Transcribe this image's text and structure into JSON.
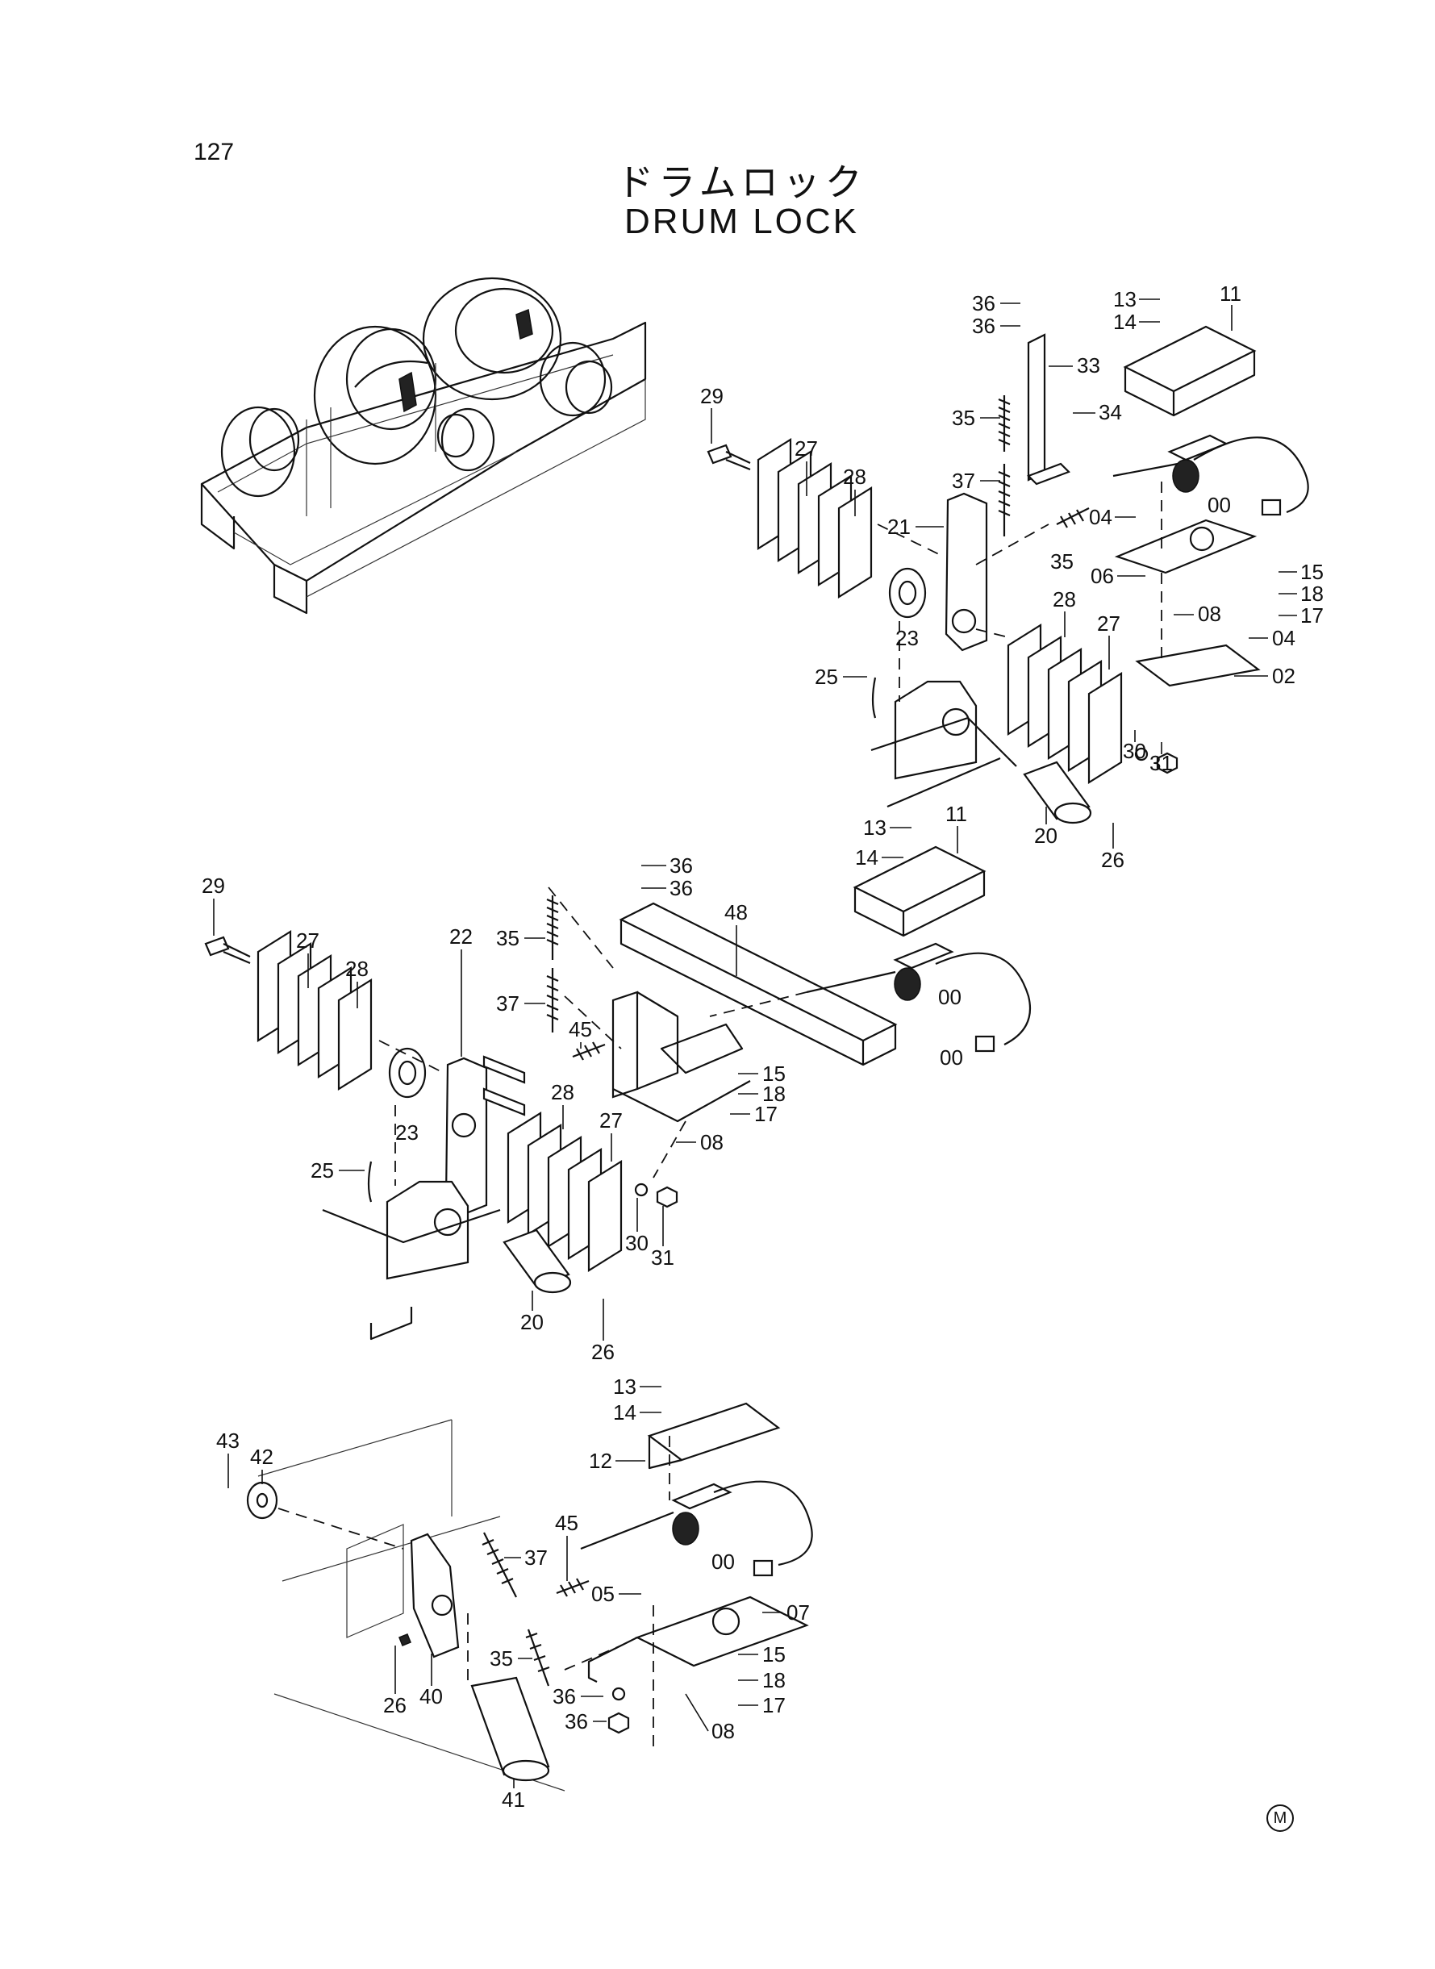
{
  "page_number": "127",
  "title_jp": "ドラムロック",
  "title_en": "DRUM LOCK",
  "footer_mark": "M",
  "callouts": {
    "s1": [
      "36",
      "36",
      "13",
      "14",
      "11",
      "33",
      "29",
      "35",
      "34",
      "27",
      "28",
      "37",
      "00",
      "04",
      "21",
      "35",
      "15",
      "06",
      "18",
      "08",
      "17",
      "23",
      "28",
      "27",
      "04",
      "02",
      "25",
      "30",
      "31",
      "20",
      "26"
    ],
    "s2": [
      "13",
      "11",
      "14",
      "36",
      "36",
      "29",
      "48",
      "22",
      "35",
      "27",
      "28",
      "37",
      "45",
      "00",
      "00",
      "15",
      "18",
      "17",
      "23",
      "28",
      "27",
      "08",
      "25",
      "30",
      "31",
      "20",
      "26"
    ],
    "s3": [
      "13",
      "14",
      "43",
      "42",
      "12",
      "45",
      "37",
      "00",
      "05",
      "07",
      "15",
      "35",
      "26",
      "40",
      "36",
      "18",
      "36",
      "17",
      "08",
      "41"
    ]
  }
}
